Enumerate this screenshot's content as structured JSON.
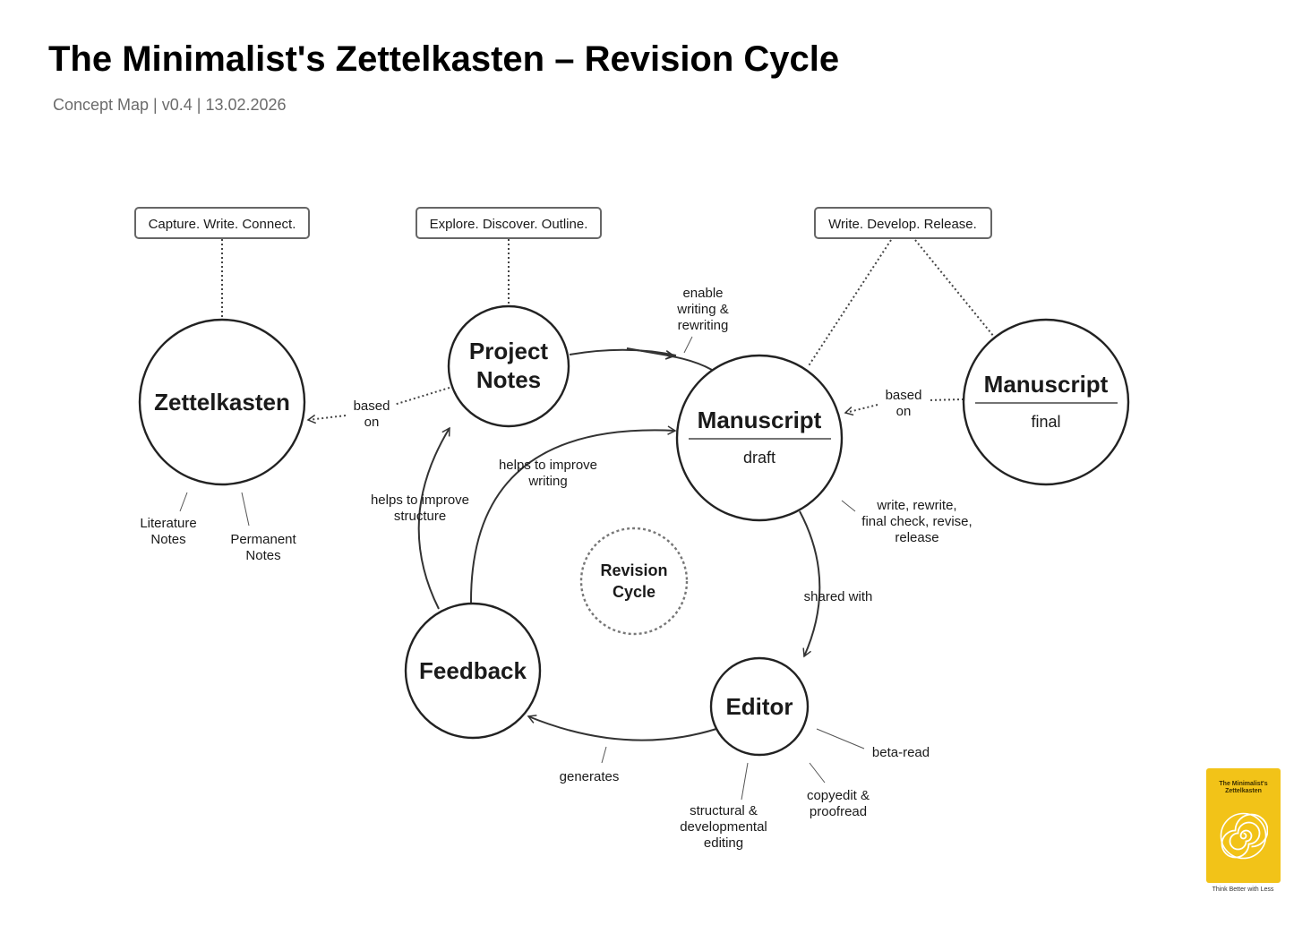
{
  "header": {
    "title": "The Minimalist's Zettelkasten – Revision Cycle",
    "subtitle": "Concept Map | v0.4 | 13.02.2026"
  },
  "tags": {
    "zettelkasten": "Capture. Write. Connect.",
    "project_notes": "Explore. Discover. Outline.",
    "manuscript": "Write. Develop. Release."
  },
  "nodes": {
    "zettelkasten": "Zettelkasten",
    "project_notes_1": "Project",
    "project_notes_2": "Notes",
    "manuscript_draft_title": "Manuscript",
    "manuscript_draft_sub": "draft",
    "manuscript_final_title": "Manuscript",
    "manuscript_final_sub": "final",
    "editor": "Editor",
    "feedback": "Feedback",
    "revision_cycle_1": "Revision",
    "revision_cycle_2": "Cycle"
  },
  "labels": {
    "based_on_left_1": "based",
    "based_on_left_2": "on",
    "based_on_right_1": "based",
    "based_on_right_2": "on",
    "enable_1": "enable",
    "enable_2": "writing &",
    "enable_3": "rewriting",
    "improve_writing_1": "helps to improve",
    "improve_writing_2": "writing",
    "improve_structure_1": "helps to improve",
    "improve_structure_2": "structure",
    "write_rewrite_1": "write, rewrite,",
    "write_rewrite_2": "final check, revise,",
    "write_rewrite_3": "release",
    "shared_with": "shared with",
    "generates": "generates",
    "literature_1": "Literature",
    "literature_2": "Notes",
    "permanent_1": "Permanent",
    "permanent_2": "Notes",
    "beta_read": "beta-read",
    "copyedit_1": "copyedit &",
    "copyedit_2": "proofread",
    "structural_1": "structural &",
    "structural_2": "developmental",
    "structural_3": "editing"
  },
  "book": {
    "title_1": "The Minimalist's",
    "title_2": "Zettelkasten",
    "tagline": "Think Better with Less"
  }
}
